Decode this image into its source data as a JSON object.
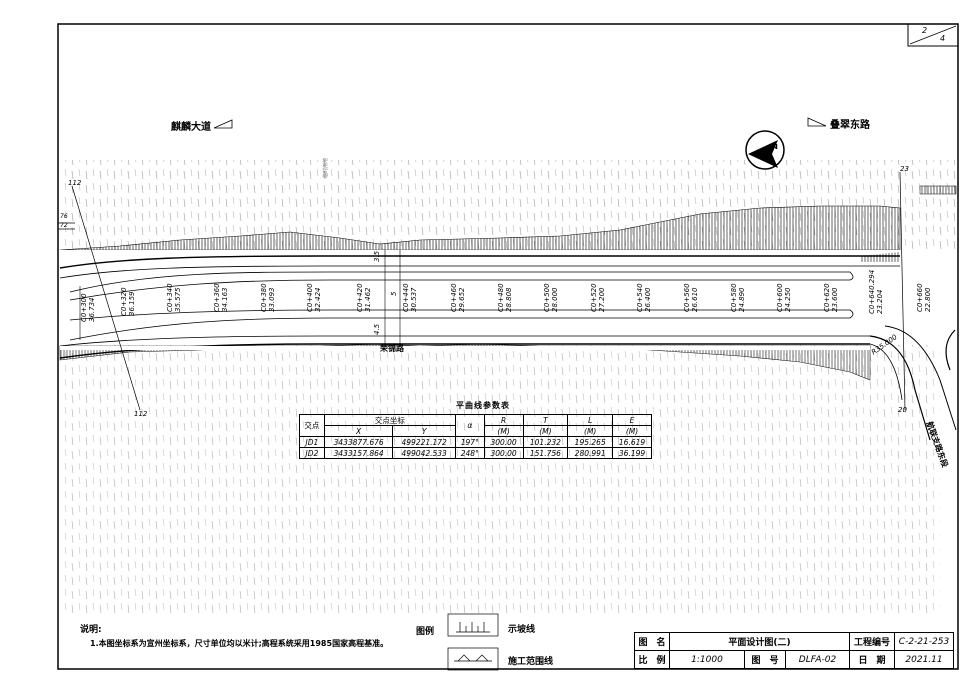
{
  "sheet": {
    "page_current": "2",
    "page_total": "4"
  },
  "places": {
    "left_road": "麒麟大道",
    "right_road": "叠翠东路",
    "cross_road": "荣锦路",
    "branch_road": "航联支路东段",
    "north": "N",
    "mid_note": "临时用地"
  },
  "section_marks": {
    "left_top": "112",
    "left_bottom": "112",
    "left_side_a": "76",
    "left_side_b": "72",
    "right_top": "23",
    "right_bottom": "20"
  },
  "stations": [
    {
      "sta": "C0+300",
      "w": "36.734"
    },
    {
      "sta": "C0+320",
      "w": "36.159"
    },
    {
      "sta": "C0+340",
      "w": "35.575"
    },
    {
      "sta": "C0+360",
      "w": "34.163"
    },
    {
      "sta": "C0+380",
      "w": "33.093"
    },
    {
      "sta": "C0+400",
      "w": "32.424"
    },
    {
      "sta": "C0+420",
      "w": "31.462"
    },
    {
      "sta": "C0+440",
      "w": "30.537"
    },
    {
      "sta": "C0+460",
      "w": "29.652"
    },
    {
      "sta": "C0+480",
      "w": "28.808"
    },
    {
      "sta": "C0+500",
      "w": "28.000"
    },
    {
      "sta": "C0+520",
      "w": "27.200"
    },
    {
      "sta": "C0+540",
      "w": "26.400"
    },
    {
      "sta": "C0+560",
      "w": "26.610"
    },
    {
      "sta": "C0+580",
      "w": "24.890"
    },
    {
      "sta": "C0+600",
      "w": "24.250"
    },
    {
      "sta": "C0+620",
      "w": "23.600"
    },
    {
      "sta": "C0+640.294",
      "w": "23.204"
    },
    {
      "sta": "C0+660",
      "w": "22.800"
    }
  ],
  "dims": {
    "width_a": "3.5",
    "width_b": "4.5",
    "width_c": "5",
    "radius": "R35.000"
  },
  "curve_table": {
    "title": "平曲线参数表",
    "h_point": "交点",
    "h_coord": "交点坐标",
    "h_x": "X",
    "h_y": "Y",
    "h_alpha": "α",
    "h_r": "R",
    "h_t": "T",
    "h_l": "L",
    "h_e": "E",
    "unit": "(M)",
    "rows": [
      {
        "id": "JD1",
        "x": "3433877.676",
        "y": "499221.172",
        "a": "197°",
        "r": "300.00",
        "t": "101.232",
        "l": "195.265",
        "e": "16.619"
      },
      {
        "id": "JD2",
        "x": "3433157.864",
        "y": "499042.533",
        "a": "248°",
        "r": "300.00",
        "t": "151.756",
        "l": "280.991",
        "e": "36.199"
      }
    ]
  },
  "notes": {
    "heading": "说明:",
    "line1": "1.本图坐标系为宣州坐标系，尺寸单位均以米计;高程系统采用1985国家高程基准。"
  },
  "legend": {
    "heading": "图例",
    "slope": "示坡线",
    "boundary": "施工范围线"
  },
  "title_block": {
    "name_label": "图　名",
    "name": "平面设计图(二)",
    "project_no_label": "工程编号",
    "project_no": "C-2-21-253",
    "scale_label": "比　例",
    "scale": "1:1000",
    "drawing_no_label": "图　号",
    "drawing_no": "DLFA-02",
    "date_label": "日　期",
    "date": "2021.11"
  }
}
